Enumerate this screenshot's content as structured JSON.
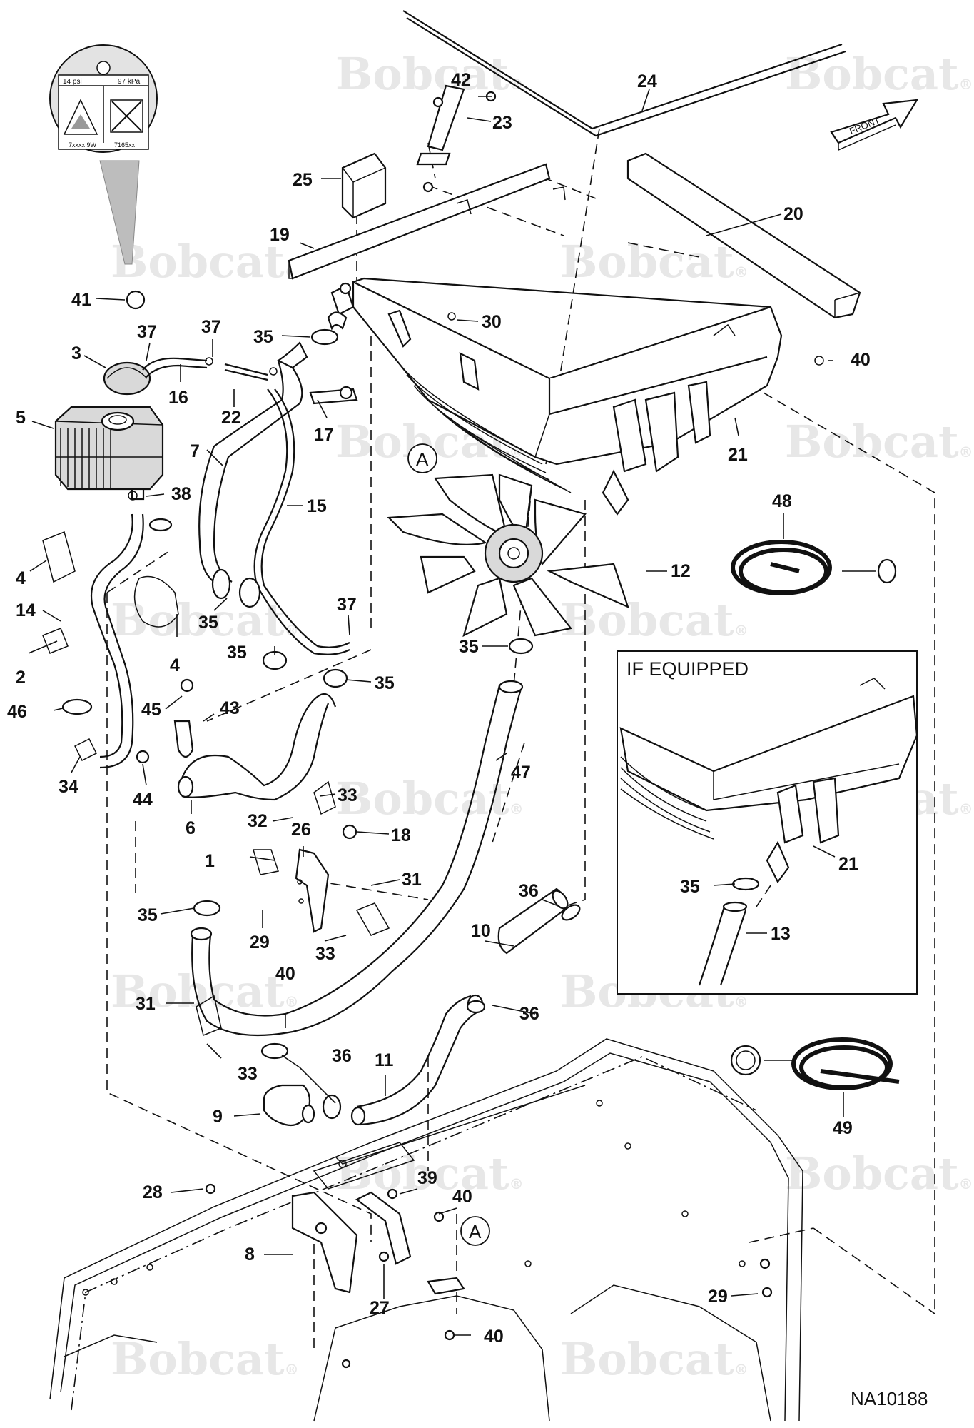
{
  "watermark": {
    "text": "Bobcat",
    "registered": "®"
  },
  "front_indicator": {
    "label": "FRONT"
  },
  "decal": {
    "pressure_psi": "14 psi",
    "pressure_kpa": "97 kPa",
    "code_left": "7xxxx 9W",
    "code_right": "7165xx"
  },
  "inset": {
    "title": "IF EQUIPPED"
  },
  "drawing_ref": "NA10188",
  "view_marker": "A",
  "callouts": [
    "1",
    "2",
    "3",
    "4",
    "4",
    "5",
    "6",
    "7",
    "8",
    "9",
    "10",
    "11",
    "12",
    "13",
    "14",
    "15",
    "16",
    "17",
    "18",
    "19",
    "20",
    "21",
    "21",
    "22",
    "23",
    "24",
    "25",
    "26",
    "27",
    "28",
    "29",
    "29",
    "30",
    "31",
    "31",
    "32",
    "33",
    "33",
    "33",
    "34",
    "35",
    "35",
    "35",
    "35",
    "35",
    "35",
    "35",
    "36",
    "36",
    "36",
    "36",
    "37",
    "37",
    "37",
    "38",
    "39",
    "40",
    "40",
    "40",
    "40",
    "41",
    "42",
    "43",
    "44",
    "45",
    "46",
    "47",
    "48",
    "49"
  ]
}
